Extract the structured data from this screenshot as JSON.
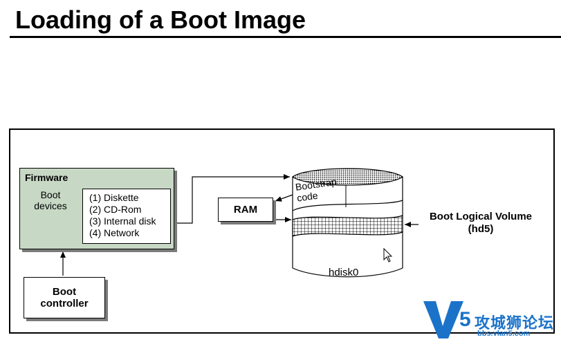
{
  "slide": {
    "title": "Loading of a Boot Image"
  },
  "firmware": {
    "title": "Firmware",
    "subtitle": "Boot devices",
    "devices": [
      "(1) Diskette",
      "(2) CD-Rom",
      "(3) Internal disk",
      "(4) Network"
    ]
  },
  "ram": {
    "label": "RAM"
  },
  "boot_controller": {
    "label": "Boot controller"
  },
  "disk": {
    "bootstrap_label": "Bootstrap code",
    "name": "hdisk0"
  },
  "boot_logical_volume": {
    "label": "Boot Logical Volume (hd5)"
  },
  "watermark": {
    "text": "攻城狮论坛",
    "url": "bbs.vlan5.com",
    "logo": "V5"
  },
  "colors": {
    "firmware_bg": "#c7d8c5",
    "watermark": "#1a73c9",
    "shadow": "#7a7a7a"
  }
}
